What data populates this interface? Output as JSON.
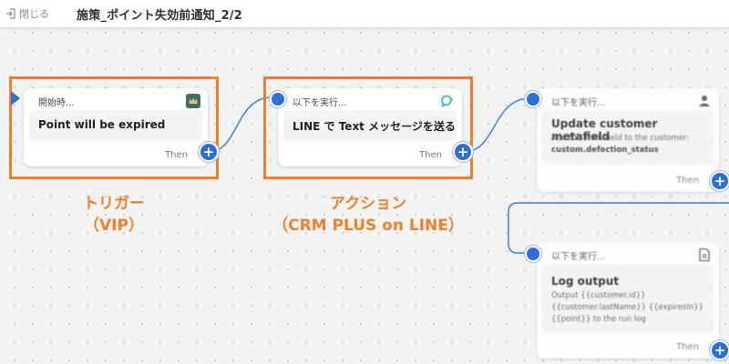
{
  "topbar": {
    "close_label": "閉じる",
    "title": "施策_ポイント失効前通知_2/2"
  },
  "cards": {
    "trigger": {
      "header": "開始時...",
      "title": "Point will be expired",
      "then": "Then",
      "icon": "crown-badge-icon"
    },
    "action": {
      "header": "以下を実行...",
      "title": "LINE で Text メッセージを送る",
      "then": "Then",
      "icon": "chat-bubble-icon"
    },
    "metafield": {
      "header": "以下を実行...",
      "title": "Update customer metafield",
      "desc_line1": "Add this metafield to the customer:",
      "desc_line2": "custom.defection_status",
      "then": "Then",
      "icon": "person-icon"
    },
    "log": {
      "header": "以下を実行...",
      "title": "Log output",
      "desc_line1": "Output {{customer.id}}",
      "desc_line2": "{{customer.lastName}} {{expiresIn}}",
      "desc_line3": "{{point}} to the run log",
      "then": "Then",
      "icon": "document-icon"
    }
  },
  "annotations": {
    "trigger_line1": "トリガー",
    "trigger_line2": "（VIP）",
    "action_line1": "アクション",
    "action_line2": "（CRM PLUS on LINE）"
  },
  "colors": {
    "accent_orange": "#ef7f2d",
    "node_blue": "#2b6fd8",
    "connector_blue": "#3d7ee0"
  }
}
